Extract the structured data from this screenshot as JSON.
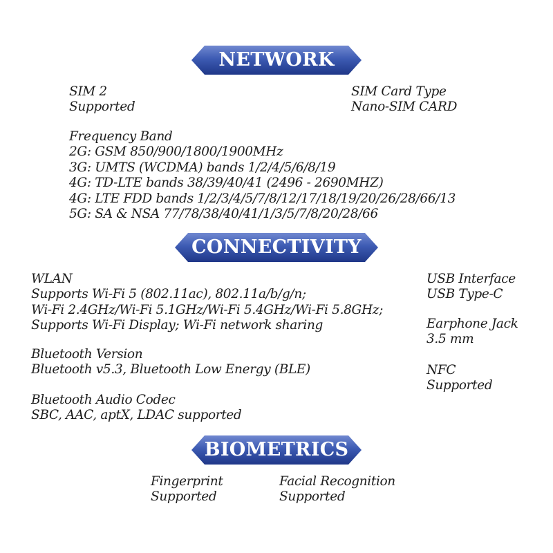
{
  "sections": {
    "network": {
      "title": "NETWORK",
      "sim": {
        "label": "SIM 2",
        "value": "Supported"
      },
      "sim_card_type": {
        "label": "SIM Card Type",
        "value": "Nano-SIM CARD"
      },
      "frequency_band": {
        "label": "Frequency Band",
        "lines": [
          "2G: GSM 850/900/1800/1900MHz",
          "3G: UMTS (WCDMA) bands 1/2/4/5/6/8/19",
          "4G: TD-LTE bands 38/39/40/41 (2496 - 2690MHZ)",
          "4G: LTE FDD bands 1/2/3/4/5/7/8/12/17/18/19/20/26/28/66/13",
          "5G: SA & NSA 77/78/38/40/41/1/3/5/7/8/20/28/66"
        ]
      }
    },
    "connectivity": {
      "title": "CONNECTIVITY",
      "wlan": {
        "label": "WLAN",
        "lines": [
          "Supports Wi-Fi 5 (802.11ac), 802.11a/b/g/n;",
          "Wi-Fi 2.4GHz/Wi-Fi 5.1GHz/Wi-Fi 5.4GHz/Wi-Fi 5.8GHz;",
          "Supports Wi-Fi Display; Wi-Fi network sharing"
        ]
      },
      "bluetooth_version": {
        "label": "Bluetooth Version",
        "value": "Bluetooth v5.3, Bluetooth Low Energy (BLE)"
      },
      "bluetooth_codec": {
        "label": "Bluetooth Audio Codec",
        "value": "SBC, AAC, aptX, LDAC supported"
      },
      "usb": {
        "label": "USB Interface",
        "value": "USB Type-C"
      },
      "earphone": {
        "label": "Earphone Jack",
        "value": "3.5 mm"
      },
      "nfc": {
        "label": "NFC",
        "value": "Supported"
      }
    },
    "biometrics": {
      "title": "BIOMETRICS",
      "fingerprint": {
        "label": "Fingerprint",
        "value": "Supported"
      },
      "facial": {
        "label": "Facial Recognition",
        "value": "Supported"
      }
    }
  },
  "colors": {
    "banner_light": "#6d86cf",
    "banner_dark": "#213a8c",
    "text": "#1e1e1e"
  }
}
